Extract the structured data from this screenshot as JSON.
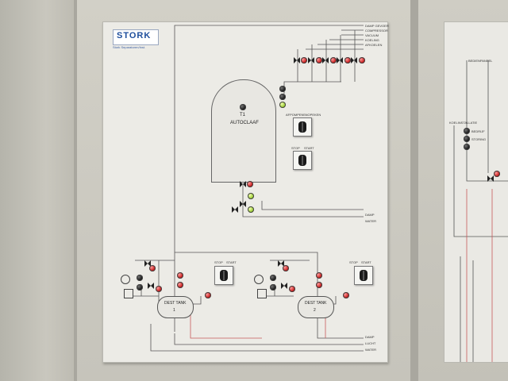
{
  "panel": {
    "brand": "STORK",
    "brand_sub": "Stork Separatoren/Inst.",
    "autoclave": {
      "tag": "T1",
      "name": "AUTOCLAAF"
    },
    "switch_labels": {
      "top_left": "AFPOMPEN",
      "top_right": "SNOPEKEN",
      "bottom_left": "STOP",
      "bottom_right": "START"
    },
    "top_right_labels": [
      "DAMP GEVOER",
      "COMPRESSOR",
      "VACUUM",
      "KOELING",
      "AFKOELEN"
    ],
    "mid_labels": [
      "DAMP",
      "WATER"
    ],
    "bottom_labels": [
      "DAMP",
      "LUCHT",
      "WATER"
    ],
    "tank_left": {
      "name": "DEST TANK",
      "number": "1",
      "stop": "STOP",
      "start": "START"
    },
    "tank_right": {
      "name": "DEST TANK",
      "number": "2",
      "stop": "STOP",
      "start": "START"
    },
    "right_panel": {
      "label_top": "BEDIENPANEEL",
      "label_side": "KOELINSTALLATIE",
      "label_a": "BEDRIJF",
      "label_b": "STORING"
    }
  },
  "colors": {
    "lamp_red": "#c51616",
    "lamp_green": "#9acd2e",
    "lamp_black": "#151515",
    "brand_blue": "#1e4e9c",
    "line_red": "#c75a5a"
  }
}
